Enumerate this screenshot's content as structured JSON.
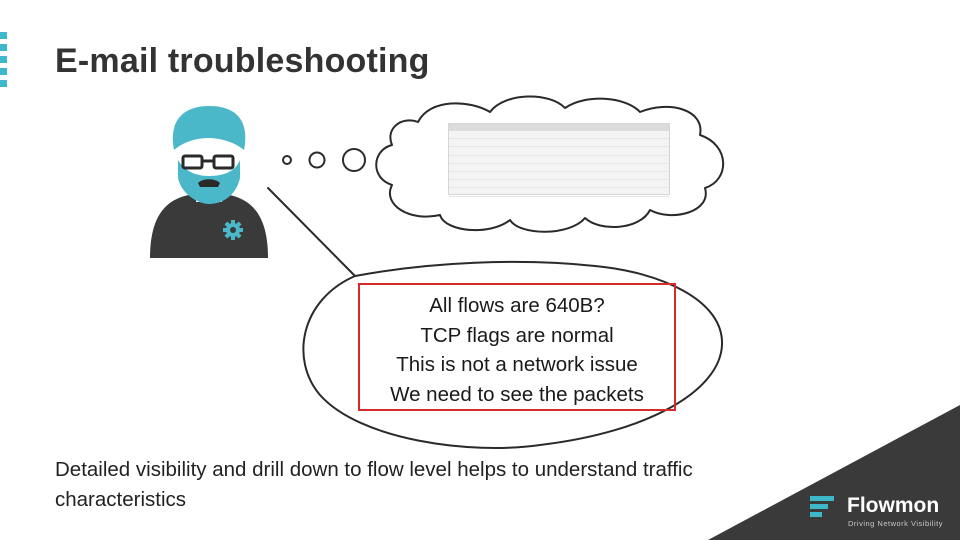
{
  "slide": {
    "title": "E-mail troubleshooting",
    "speech_lines": [
      "All flows are 640B?",
      "TCP flags are normal",
      "This is not a network issue",
      "We need to see the packets"
    ],
    "footer_text": "Detailed visibility and drill down to flow level helps to understand traffic characteristics"
  },
  "brand": {
    "name": "Flowmon",
    "tagline": "Driving Network Visibility"
  },
  "colors": {
    "accent": "#3cb8c8",
    "dark": "#3a3a3a",
    "highlight_border": "#d92a2a"
  },
  "icons": {
    "person": "person-icon",
    "gear": "gear-icon"
  }
}
